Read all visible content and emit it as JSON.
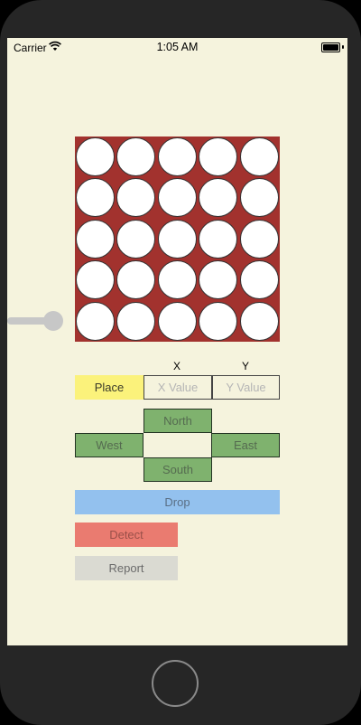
{
  "status_bar": {
    "carrier": "Carrier",
    "time": "1:05 AM"
  },
  "board": {
    "rows": 5,
    "columns": 5
  },
  "coords": {
    "x_label": "X",
    "y_label": "Y",
    "x_placeholder": "X Value",
    "y_placeholder": "Y Value"
  },
  "buttons": {
    "place": "Place",
    "north": "North",
    "west": "West",
    "east": "East",
    "south": "South",
    "drop": "Drop",
    "detect": "Detect",
    "report": "Report"
  }
}
